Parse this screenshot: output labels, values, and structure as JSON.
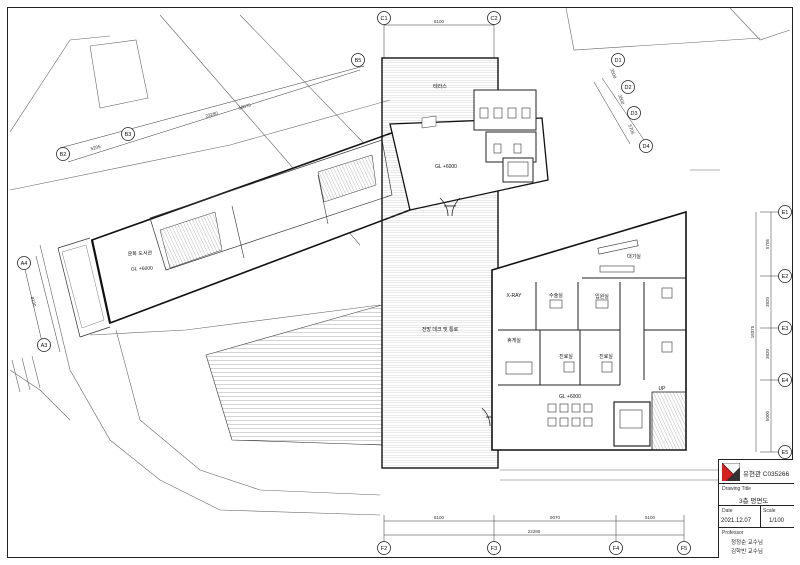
{
  "drawing": {
    "grids": {
      "C1": "C1",
      "C2": "C2",
      "B5": "B5",
      "B3": "B3",
      "B2": "B2",
      "D1": "D1",
      "D2": "D2",
      "D3": "D3",
      "D4": "D4",
      "A4": "A4",
      "A3": "A3",
      "E1": "E1",
      "E2": "E2",
      "E3": "E3",
      "E4": "E4",
      "E5": "E5",
      "F2": "F2",
      "F3": "F3",
      "F4": "F4",
      "F5": "F5"
    },
    "dims": {
      "top": "8100",
      "diag_total": "23280",
      "diag_seg": "18075",
      "b_seg": "5205",
      "d_seg1": "3500",
      "d_seg2": "3500",
      "d_seg3": "5705",
      "left": "8100",
      "bottom_1": "8100",
      "bottom_2": "9070",
      "bottom_3": "5100",
      "bottom_total": "22280",
      "right_1": "5705",
      "right_2": "3820",
      "right_3": "3820",
      "right_4": "5000",
      "right_total": "18375"
    },
    "rooms": {
      "terrace": "테라스",
      "gl_top": "GL +6000",
      "library": "문화 도서관",
      "gl_library": "GL +6000",
      "deck": "전망 데크 및 통로",
      "waiting": "대기실",
      "xray": "X-RAY",
      "surgery": "수술실",
      "hospital_room": "입원실",
      "exam_room": "진료실",
      "consult": "진료실",
      "staff": "휴게실",
      "gl_clinic": "GL +6000",
      "up": "UP"
    }
  },
  "title_block": {
    "author": "유현관 C035266",
    "drawing_title_label": "Drawing  Title",
    "drawing_title": "3층 평면도",
    "date_label": "Date",
    "scale_label": "Scale",
    "date": "2021.12.07",
    "scale": "1/100",
    "professor_label": "Professor",
    "professor_1": "정정순 교수님",
    "professor_2": "김학빈 교수님"
  },
  "colors": {
    "line": "#222222",
    "logo_red": "#d42020",
    "logo_dark": "#333333"
  }
}
